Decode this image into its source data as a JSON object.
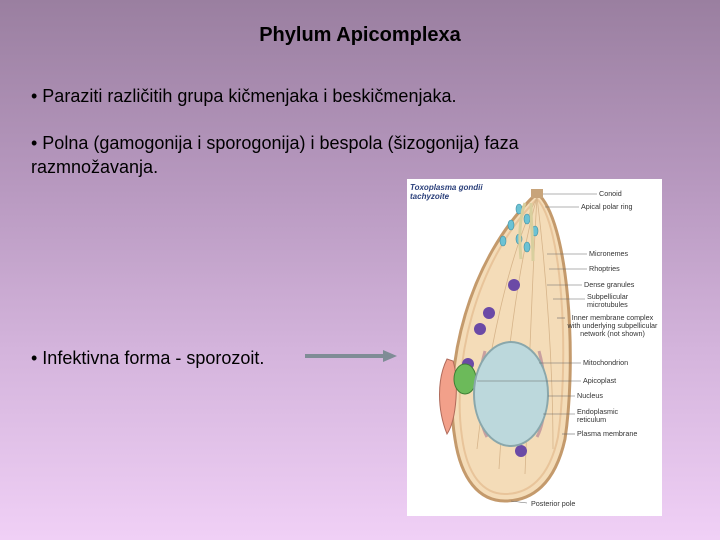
{
  "slide": {
    "title": "Phylum Apicomplexa",
    "bullets": [
      "• Paraziti različitih grupa kičmenjaka i beskičmenjaka.",
      "• Polna (gamogonija i sporogonija) i bespola (šizogonija) faza razmnožavanja.",
      "• Infektivna forma - sporozoit."
    ],
    "arrow_color": "#7f8c96"
  },
  "figure": {
    "title": "Toxoplasma gondii tachyzoite",
    "labels": [
      "Conoid",
      "Apical polar ring",
      "Micronemes",
      "Rhoptries",
      "Dense granules",
      "Subpellicular microtubules",
      "Inner membrane complex with underlying subpellicular network (not shown)",
      "Mitochondrion",
      "Apicoplast",
      "Nucleus",
      "Endoplasmic reticulum",
      "Plasma membrane",
      "Posterior pole"
    ]
  }
}
